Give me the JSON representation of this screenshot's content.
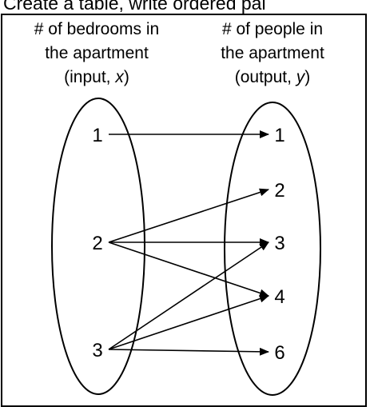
{
  "caption": "Create a table, write ordered pai",
  "left_header": {
    "line1": "# of bedrooms in",
    "line2": "the apartment",
    "line3_prefix": "(input, ",
    "line3_var": "x",
    "line3_suffix": ")"
  },
  "right_header": {
    "line1": "# of people in",
    "line2": "the apartment",
    "line3_prefix": "(output, ",
    "line3_var": "y",
    "line3_suffix": ")"
  },
  "inputs": [
    "1",
    "2",
    "3"
  ],
  "outputs": [
    "1",
    "2",
    "3",
    "4",
    "6"
  ],
  "mappings": [
    {
      "from": "1",
      "to": "1"
    },
    {
      "from": "2",
      "to": "2"
    },
    {
      "from": "2",
      "to": "3"
    },
    {
      "from": "2",
      "to": "4"
    },
    {
      "from": "3",
      "to": "3"
    },
    {
      "from": "3",
      "to": "4"
    },
    {
      "from": "3",
      "to": "6"
    }
  ]
}
